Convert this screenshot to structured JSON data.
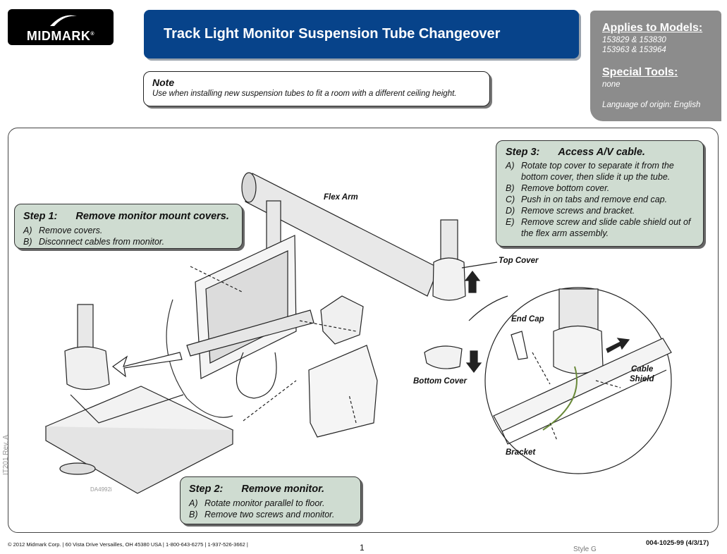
{
  "logo": {
    "text": "MIDMARK",
    "mark": "®"
  },
  "header": {
    "title": "Track Light Monitor Suspension Tube Changeover"
  },
  "info_panel": {
    "models_heading": "Applies to Models:",
    "models_line1": "153829 & 153830",
    "models_line2": "153963 & 153964",
    "tools_heading": "Special Tools:",
    "tools_value": "none",
    "language": "Language of origin: English"
  },
  "note": {
    "heading": "Note",
    "text": "Use when installing new suspension tubes to fit a room with a different ceiling height."
  },
  "step1": {
    "number": "Step 1:",
    "title": "Remove monitor mount covers.",
    "items": [
      {
        "letter": "A)",
        "text": "Remove covers."
      },
      {
        "letter": "B)",
        "text": "Disconnect cables from monitor."
      }
    ]
  },
  "step2": {
    "number": "Step 2:",
    "title": "Remove monitor.",
    "items": [
      {
        "letter": "A)",
        "text": "Rotate monitor parallel to floor."
      },
      {
        "letter": "B)",
        "text": "Remove two screws and monitor."
      }
    ]
  },
  "step3": {
    "number": "Step 3:",
    "title": "Access A/V cable.",
    "items": [
      {
        "letter": "A)",
        "text": "Rotate top cover to separate it from the bottom cover, then slide it up the tube."
      },
      {
        "letter": "B)",
        "text": "Remove bottom cover."
      },
      {
        "letter": "C)",
        "text": "Push in on tabs and remove end cap."
      },
      {
        "letter": "D)",
        "text": "Remove screws and bracket."
      },
      {
        "letter": "E)",
        "text": "Remove screw and slide cable shield out of the flex arm assembly."
      }
    ]
  },
  "callouts": {
    "flex_arm": "Flex Arm",
    "top_cover": "Top Cover",
    "end_cap": "End Cap",
    "bottom_cover": "Bottom Cover",
    "cable": "Cable",
    "shield": "Shield",
    "bracket": "Bracket"
  },
  "drawing_code": "DA4992i",
  "side_revision": "IT201 Rev. A",
  "footer": {
    "company": "© 2012 Midmark Corp.  |  60 Vista Drive Versailles, OH 45380 USA  |  1-800-643-6275  |  1-937-526-3662  |",
    "page": "1",
    "style": "Style G",
    "doc_number": "004-1025-99  (4/3/17)"
  },
  "colors": {
    "banner": "#07438a",
    "info_panel": "#8c8c8c",
    "step_fill": "#cfdcd1"
  }
}
